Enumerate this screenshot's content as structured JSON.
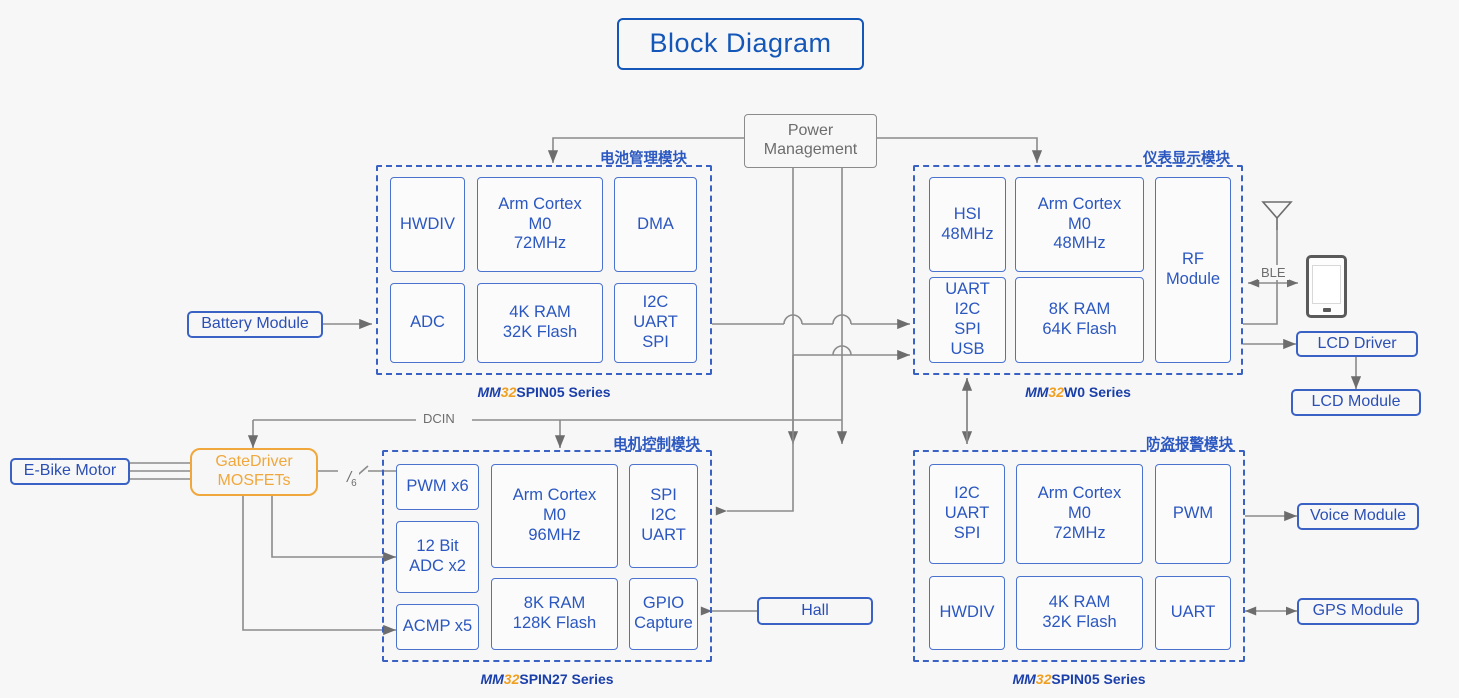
{
  "title": "Block Diagram",
  "power": {
    "label": "Power\nManagement",
    "line1": "Power",
    "line2": "Management"
  },
  "external": {
    "battery": "Battery Module",
    "ebike": "E-Bike Motor",
    "gatedriver_l1": "GateDriver",
    "gatedriver_l2": "MOSFETs",
    "hall": "Hall",
    "lcd_driver": "LCD Driver",
    "lcd_module": "LCD Module",
    "voice": "Voice Module",
    "gps": "GPS Module"
  },
  "wire_labels": {
    "dcin": "DCIN",
    "ble": "BLE",
    "bus6": "6"
  },
  "icons": {
    "antenna": "antenna-icon",
    "phone": "smartphone-icon"
  },
  "colors": {
    "accent_blue": "#2b57c0",
    "border_blue": "#3a62c4",
    "orange": "#f0a83c",
    "gray": "#6d6d6d",
    "background": "#f7f7f7"
  },
  "modules": [
    {
      "id": "battery-management",
      "cjk": "电池管理模块",
      "series_prefix": "MM",
      "series_num": "32",
      "series_suffix": "SPIN05 Series",
      "cells": [
        {
          "name": "hwdiv",
          "text": "HWDIV"
        },
        {
          "name": "core",
          "text": "Arm Cortex\nM0\n72MHz"
        },
        {
          "name": "dma",
          "text": "DMA"
        },
        {
          "name": "adc",
          "text": "ADC"
        },
        {
          "name": "mem",
          "text": "4K RAM\n32K Flash"
        },
        {
          "name": "comm",
          "text": "I2C\nUART\nSPI"
        }
      ]
    },
    {
      "id": "instrument-display",
      "cjk": "仪表显示模块",
      "series_prefix": "MM",
      "series_num": "32",
      "series_suffix": "W0 Series",
      "cells": [
        {
          "name": "hsi",
          "text": "HSI\n48MHz"
        },
        {
          "name": "core",
          "text": "Arm Cortex\nM0\n48MHz"
        },
        {
          "name": "rf",
          "text": "RF\nModule"
        },
        {
          "name": "comm",
          "text": "UART\nI2C\nSPI\nUSB"
        },
        {
          "name": "mem",
          "text": "8K RAM\n64K Flash"
        }
      ]
    },
    {
      "id": "motor-control",
      "cjk": "电机控制模块",
      "series_prefix": "MM",
      "series_num": "32",
      "series_suffix": "SPIN27 Series",
      "cells": [
        {
          "name": "pwm",
          "text": "PWM x6"
        },
        {
          "name": "adc",
          "text": "12 Bit\nADC x2"
        },
        {
          "name": "acmp",
          "text": "ACMP x5"
        },
        {
          "name": "core",
          "text": "Arm Cortex\nM0\n96MHz"
        },
        {
          "name": "mem",
          "text": "8K RAM\n128K Flash"
        },
        {
          "name": "comm",
          "text": "SPI\nI2C\nUART"
        },
        {
          "name": "gpio",
          "text": "GPIO\nCapture"
        }
      ]
    },
    {
      "id": "anti-theft-alarm",
      "cjk": "防盗报警模块",
      "series_prefix": "MM",
      "series_num": "32",
      "series_suffix": "SPIN05 Series",
      "cells": [
        {
          "name": "comm",
          "text": "I2C\nUART\nSPI"
        },
        {
          "name": "core",
          "text": "Arm Cortex\nM0\n72MHz"
        },
        {
          "name": "pwm",
          "text": "PWM"
        },
        {
          "name": "hwdiv",
          "text": "HWDIV"
        },
        {
          "name": "mem",
          "text": "4K RAM\n32K Flash"
        },
        {
          "name": "uart",
          "text": "UART"
        }
      ]
    }
  ]
}
